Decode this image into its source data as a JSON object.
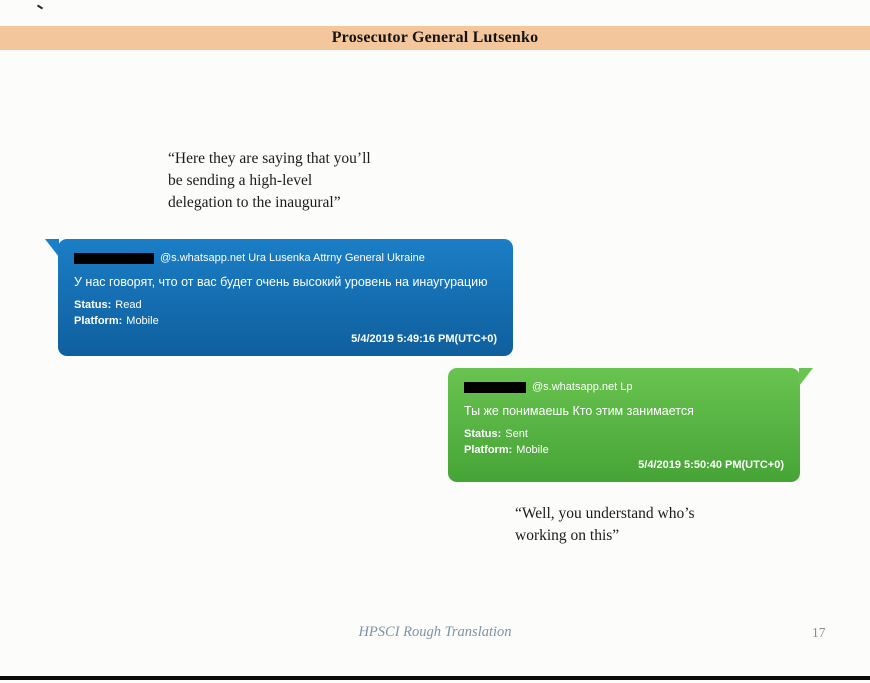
{
  "header": {
    "title": "Prosecutor General Lutsenko"
  },
  "quotes": {
    "top": "“Here they are saying that you’ll\nbe sending a high-level\ndelegation to the inaugural”",
    "bottom": "“Well, you understand who’s\nworking on this”"
  },
  "messages": [
    {
      "direction": "incoming",
      "sender": "@s.whatsapp.net Ura Lusenka  Attrny General Ukraine",
      "body": "У нас говорят, что от вас будет очень высокий уровень на инаугурацию",
      "status_label": "Status:",
      "status_value": "Read",
      "platform_label": "Platform:",
      "platform_value": "Mobile",
      "timestamp": "5/4/2019 5:49:16 PM(UTC+0)"
    },
    {
      "direction": "outgoing",
      "sender": "@s.whatsapp.net Lp",
      "body": "Ты же понимаешь Кто этим занимается",
      "status_label": "Status:",
      "status_value": "Sent",
      "platform_label": "Platform:",
      "platform_value": "Mobile",
      "timestamp": "5/4/2019 5:50:40 PM(UTC+0)"
    }
  ],
  "footer": {
    "text": "HPSCI Rough Translation",
    "page_number": "17"
  },
  "colors": {
    "page-bg": "#fcfcfa",
    "header-band": "#f3c79b",
    "incoming-top": "#1b7ec6",
    "incoming-bottom": "#0f5f9d",
    "outgoing-top": "#69c350",
    "outgoing-bottom": "#46a436",
    "footer-text": "#7d93a6"
  }
}
